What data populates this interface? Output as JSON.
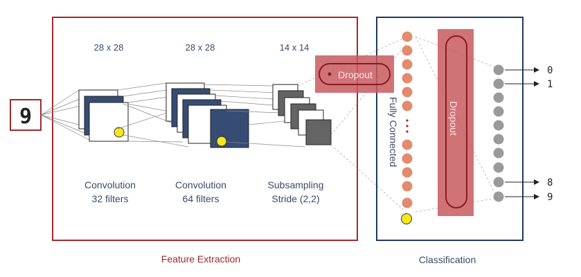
{
  "input": {
    "digit": "9"
  },
  "feature_extraction": {
    "title": "Feature Extraction",
    "stages": [
      {
        "size": "28 x 28",
        "line1": "Convolution",
        "line2": "32 filters"
      },
      {
        "size": "28 x 28",
        "line1": "Convolution",
        "line2": "64 filters"
      },
      {
        "size": "14 x 14",
        "line1": "Subsampling",
        "line2": "Stride (2,2)"
      }
    ],
    "dropout": "Dropout"
  },
  "classification": {
    "title": "Classification",
    "fc_label": "Fully Connected",
    "fc_dots": "...",
    "dropout": "Dropout",
    "outputs": [
      "0",
      "1",
      "8",
      "9"
    ]
  },
  "colors": {
    "feature_border": "#a0282d",
    "class_border": "#1f3a5a",
    "map_fill": "#364c74",
    "pool_fill": "#646464",
    "fc_node": "#e28b6e",
    "out_node": "#9a9a9a",
    "dropout_fill": "#c85a5f",
    "highlight": "#f5e71a"
  }
}
